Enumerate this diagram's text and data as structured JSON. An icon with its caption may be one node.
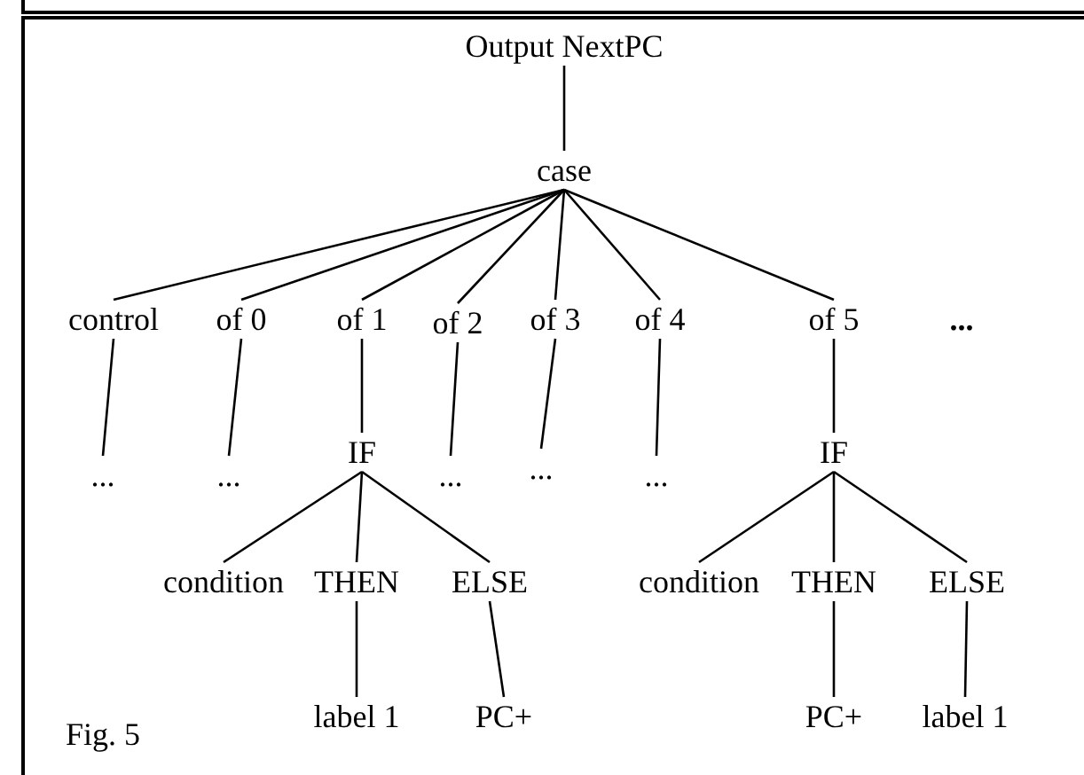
{
  "diagram": {
    "nodes": [
      {
        "text": [
          "Output NextPC"
        ]
      },
      {
        "text": [
          "case"
        ]
      },
      {
        "text": [
          "control"
        ]
      },
      {
        "text": [
          "of 0"
        ]
      },
      {
        "text": [
          "of 1"
        ]
      },
      {
        "text": [
          "of 2"
        ]
      },
      {
        "text": [
          "of 3"
        ]
      },
      {
        "text": [
          "of 4"
        ]
      },
      {
        "text": [
          "of 5"
        ]
      },
      {
        "text": [
          "..."
        ]
      },
      {
        "text": [
          "..."
        ]
      },
      {
        "text": [
          "IF"
        ]
      },
      {
        "text": [
          "..."
        ]
      },
      {
        "text": [
          "..."
        ]
      },
      {
        "text": [
          "..."
        ]
      },
      {
        "text": [
          "IF"
        ]
      },
      {
        "text": [
          "condition"
        ]
      },
      {
        "text": [
          "THEN"
        ]
      },
      {
        "text": [
          "ELSE"
        ]
      },
      {
        "text": [
          "condition"
        ]
      },
      {
        "text": [
          "THEN"
        ]
      },
      {
        "text": [
          "ELSE"
        ]
      },
      {
        "text": [
          "label 1"
        ]
      },
      {
        "text": [
          "PC+"
        ]
      },
      {
        "text": [
          "PC+"
        ]
      },
      {
        "text": [
          "label 1"
        ]
      }
    ],
    "edges": [
      {
        "from": 0,
        "to": 1,
        "arrow": "none"
      },
      {
        "from": 1,
        "to": 2,
        "arrow": "none"
      },
      {
        "from": 1,
        "to": 3,
        "arrow": "none"
      },
      {
        "from": 1,
        "to": 4,
        "arrow": "none"
      },
      {
        "from": 1,
        "to": 5,
        "arrow": "none"
      },
      {
        "from": 1,
        "to": 6,
        "arrow": "none"
      },
      {
        "from": 1,
        "to": 7,
        "arrow": "none"
      },
      {
        "from": 1,
        "to": 8,
        "arrow": "none"
      },
      {
        "from": 2,
        "to": 9,
        "arrow": "none"
      },
      {
        "from": 3,
        "to": 10,
        "arrow": "none"
      },
      {
        "from": 4,
        "to": 11,
        "arrow": "none"
      },
      {
        "from": 5,
        "to": 12,
        "arrow": "none"
      },
      {
        "from": 6,
        "to": 13,
        "arrow": "none"
      },
      {
        "from": 7,
        "to": 14,
        "arrow": "none"
      },
      {
        "from": 8,
        "to": 15,
        "arrow": "none"
      },
      {
        "from": 11,
        "to": 16,
        "arrow": "none"
      },
      {
        "from": 11,
        "to": 17,
        "arrow": "none"
      },
      {
        "from": 11,
        "to": 18,
        "arrow": "none"
      },
      {
        "from": 15,
        "to": 19,
        "arrow": "none"
      },
      {
        "from": 15,
        "to": 20,
        "arrow": "none"
      },
      {
        "from": 15,
        "to": 21,
        "arrow": "none"
      },
      {
        "from": 17,
        "to": 22,
        "arrow": "none"
      },
      {
        "from": 18,
        "to": 23,
        "arrow": "none"
      },
      {
        "from": 20,
        "to": 24,
        "arrow": "none"
      },
      {
        "from": 21,
        "to": 25,
        "arrow": "none"
      }
    ],
    "labels": [
      "...",
      "Fig. 5"
    ]
  }
}
